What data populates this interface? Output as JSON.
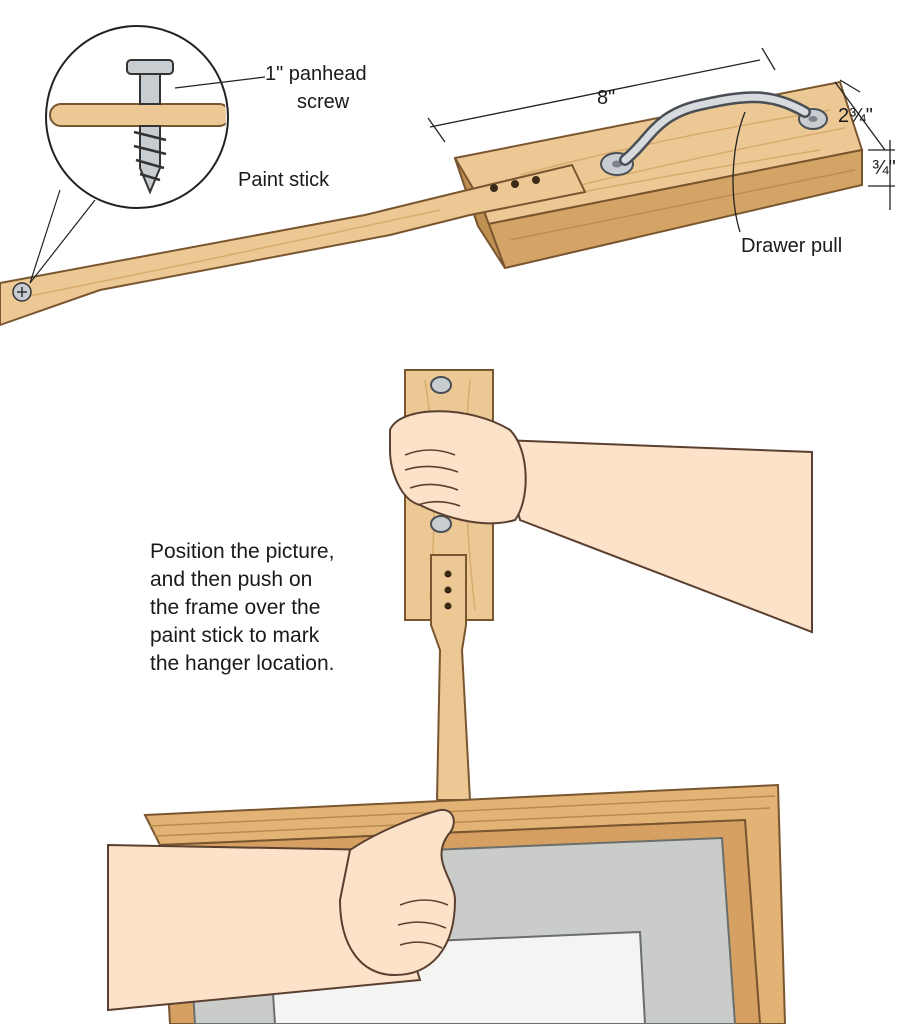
{
  "labels": {
    "screw_line1": "1\" panhead",
    "screw_line2": "screw",
    "paint_stick": "Paint stick",
    "length": "8\"",
    "width": "2¾\"",
    "thickness": "¾\"",
    "drawer_pull": "Drawer pull"
  },
  "caption": {
    "line1": "Position the picture,",
    "line2": "and then push on",
    "line3": "the frame over the",
    "line4": "paint stick to mark",
    "line5": "the hanger location."
  },
  "colors": {
    "wood": "#e9c48e",
    "wood_dark": "#c99a5e",
    "wood_edge": "#7a5630",
    "skin": "#fbe2c8",
    "metal": "#c8cdd2",
    "glass": "#c9ccc8",
    "mat": "#f4f4f2"
  }
}
